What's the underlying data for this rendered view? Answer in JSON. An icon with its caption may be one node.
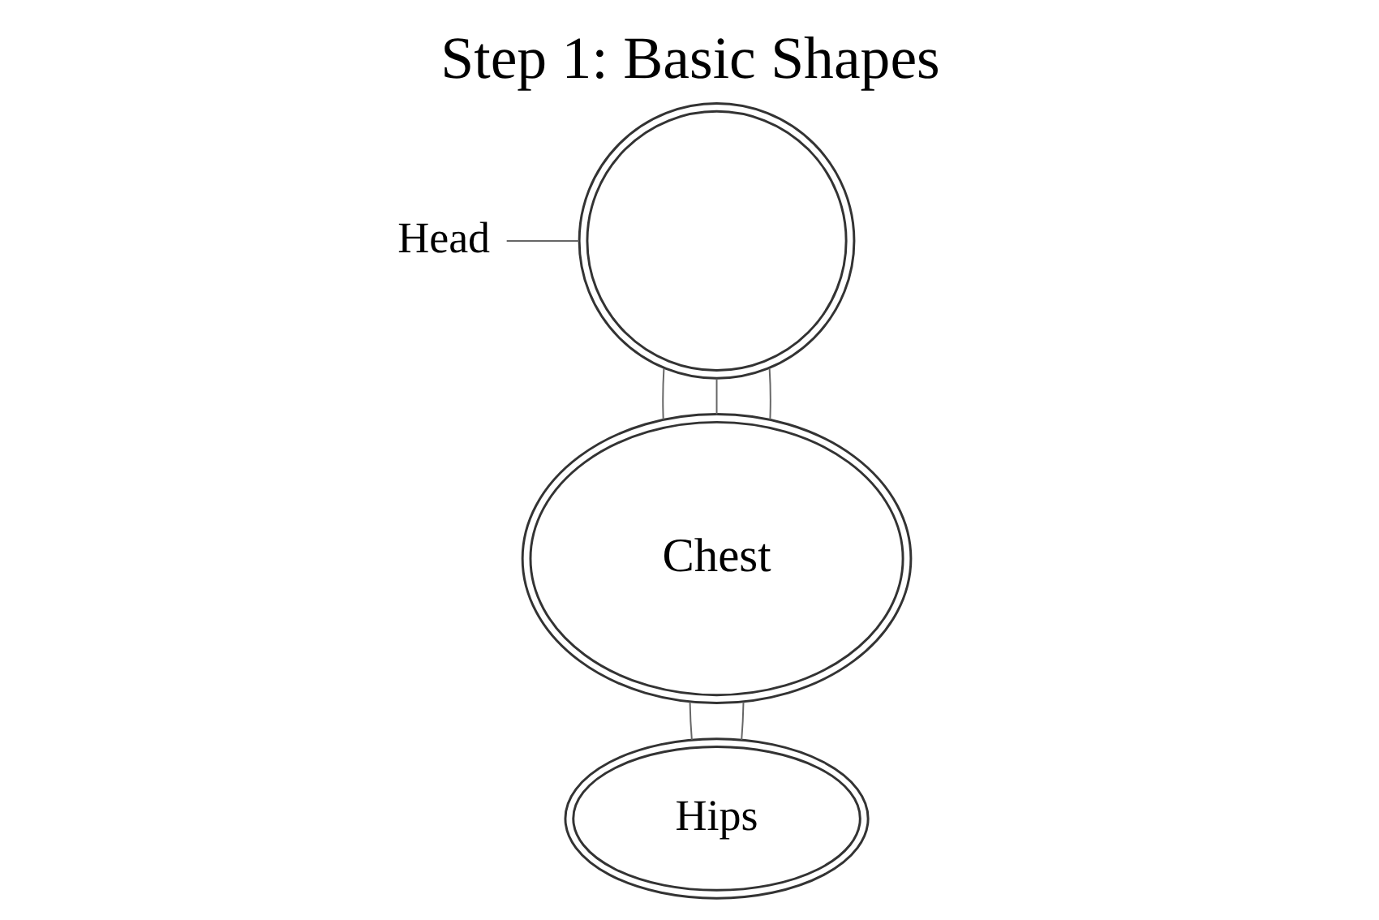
{
  "diagram": {
    "title": "Step 1: Basic Shapes",
    "nodes": [
      {
        "text": [
          "Head"
        ]
      },
      {
        "text": [],
        "shape": "circle"
      },
      {
        "text": [
          "Chest"
        ]
      },
      {
        "text": [
          "Hips"
        ]
      }
    ],
    "edges": [
      {
        "from": 0,
        "to": 1,
        "arrow": "none"
      },
      {
        "from": 1,
        "to": 2,
        "arrow": "none"
      },
      {
        "from": 1,
        "to": 2,
        "arrow": "none"
      },
      {
        "from": 1,
        "to": 2,
        "arrow": "none"
      },
      {
        "from": 2,
        "to": 3,
        "arrow": "none"
      },
      {
        "from": 2,
        "to": 3,
        "arrow": "none"
      }
    ]
  }
}
